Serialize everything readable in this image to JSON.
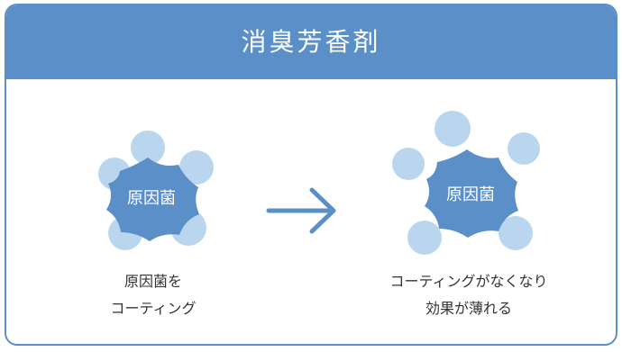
{
  "title": "消臭芳香剤",
  "colors": {
    "header": "#5a8fc8",
    "border": "#5b8fc7",
    "bacteria": "#5a8fc8",
    "coating_circle": "#b9d6ee",
    "arrow": "#5a8fc8",
    "label_text": "#ffffff",
    "caption_text": "#333333"
  },
  "before": {
    "bacteria_label": "原因菌",
    "caption_lines": [
      "原因菌を",
      "コーティング"
    ]
  },
  "arrow_icon": "right-arrow-icon",
  "after": {
    "bacteria_label": "原因菌",
    "caption_lines": [
      "コーティングがなくなり",
      "効果が薄れる"
    ]
  }
}
